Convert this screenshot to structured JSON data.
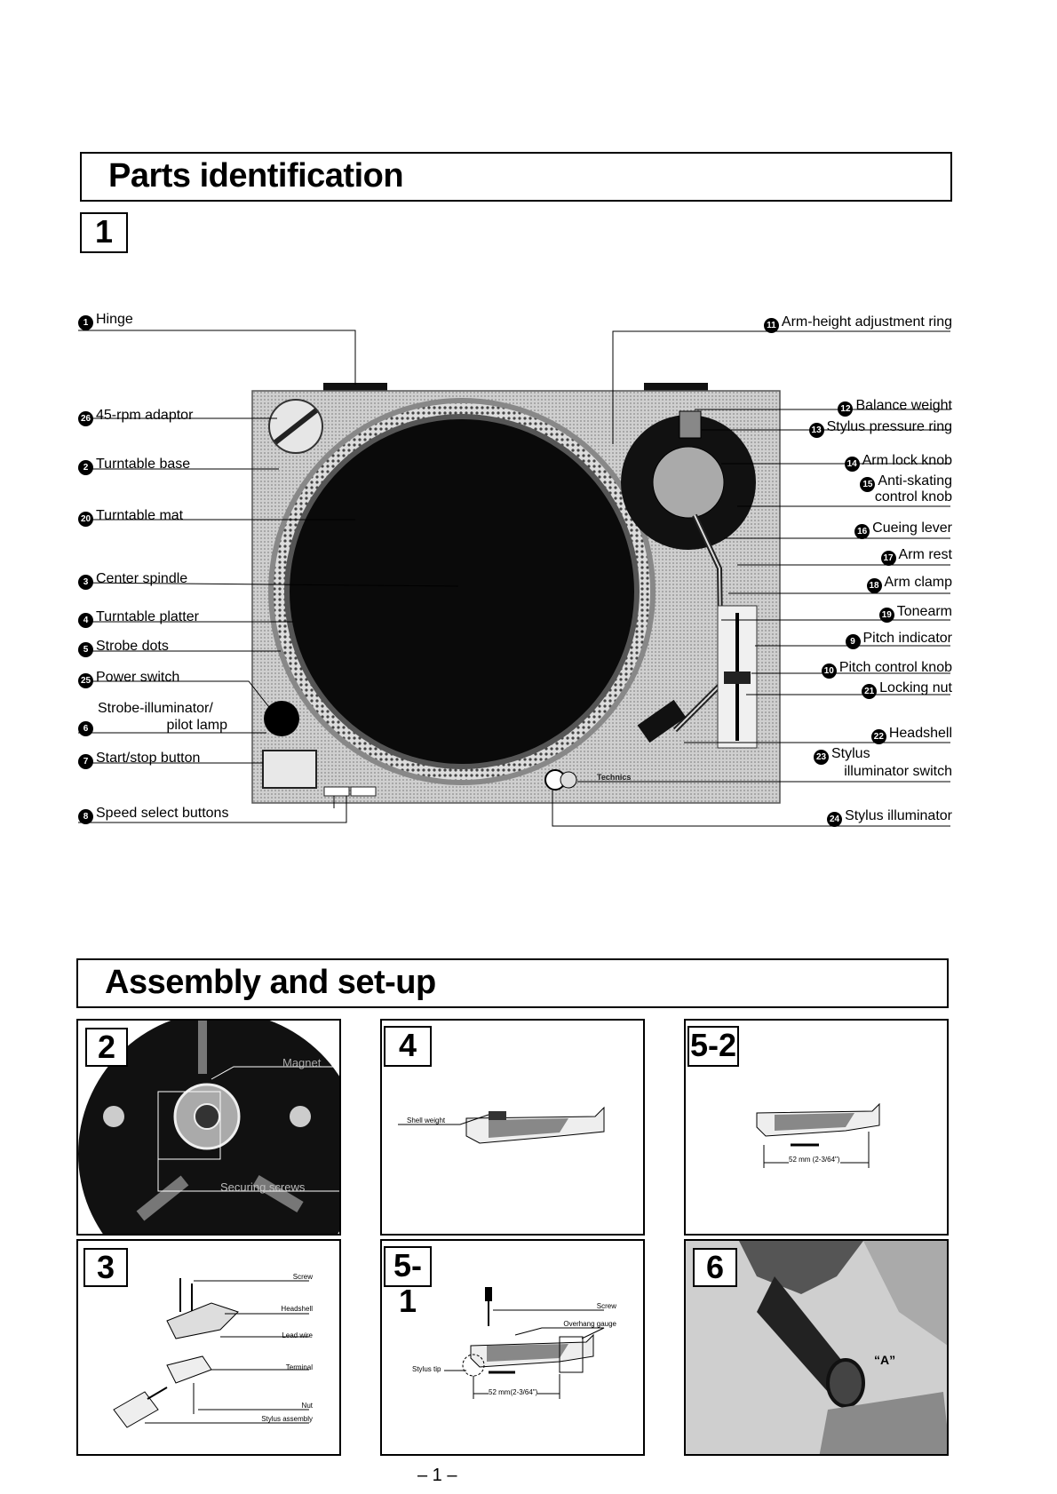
{
  "section1": {
    "title": "Parts identification",
    "fig": "1"
  },
  "parts": {
    "p1": "Hinge",
    "n1": "1",
    "p26": "45-rpm adaptor",
    "n26": "26",
    "p2": "Turntable base",
    "n2": "2",
    "p20": "Turntable mat",
    "n20": "20",
    "p3": "Center spindle",
    "n3": "3",
    "p4": "Turntable platter",
    "n4": "4",
    "p5": "Strobe dots",
    "n5": "5",
    "p25": "Power switch",
    "n25": "25",
    "p6a": "Strobe-illuminator/",
    "p6b": "pilot lamp",
    "n6": "6",
    "p7": "Start/stop button",
    "n7": "7",
    "p8": "Speed select buttons",
    "n8": "8",
    "p11": "Arm-height adjustment ring",
    "n11": "11",
    "p12": "Balance weight",
    "n12": "12",
    "p13": "Stylus pressure ring",
    "n13": "13",
    "p14": "Arm lock knob",
    "n14": "14",
    "p15a": "Anti-skating",
    "p15b": "control knob",
    "n15": "15",
    "p16": "Cueing lever",
    "n16": "16",
    "p17": "Arm rest",
    "n17": "17",
    "p18": "Arm clamp",
    "n18": "18",
    "p19": "Tonearm",
    "n19": "19",
    "p9": "Pitch indicator",
    "n9": "9",
    "p10": "Pitch control knob",
    "n10": "10",
    "p21": "Locking nut",
    "n21": "21",
    "p22": "Headshell",
    "n22": "22",
    "p23a": "Stylus",
    "p23b": "illuminator switch",
    "n23": "23",
    "p24": "Stylus illuminator",
    "n24": "24"
  },
  "section2": {
    "title": "Assembly and set-up"
  },
  "figs": {
    "f2": {
      "num": "2",
      "magnet": "Magnet",
      "screws": "Securing screws"
    },
    "f4": {
      "num": "4",
      "shell_weight": "Shell weight"
    },
    "f52": {
      "num": "5-2",
      "dim": "52 mm (2-3/64\")"
    },
    "f3": {
      "num": "3",
      "screw": "Screw",
      "headshell": "Headshell",
      "lead": "Lead wire",
      "terminal": "Terminal",
      "nut": "Nut",
      "stylus": "Stylus assembly"
    },
    "f51": {
      "num": "5-1",
      "screw": "Screw",
      "gauge": "Overhang gauge",
      "tip": "Stylus tip",
      "dim": "52 mm(2-3/64\")"
    },
    "f6": {
      "num": "6",
      "a": "“A”"
    }
  },
  "page_number": "– 1 –",
  "brand": "Technics"
}
